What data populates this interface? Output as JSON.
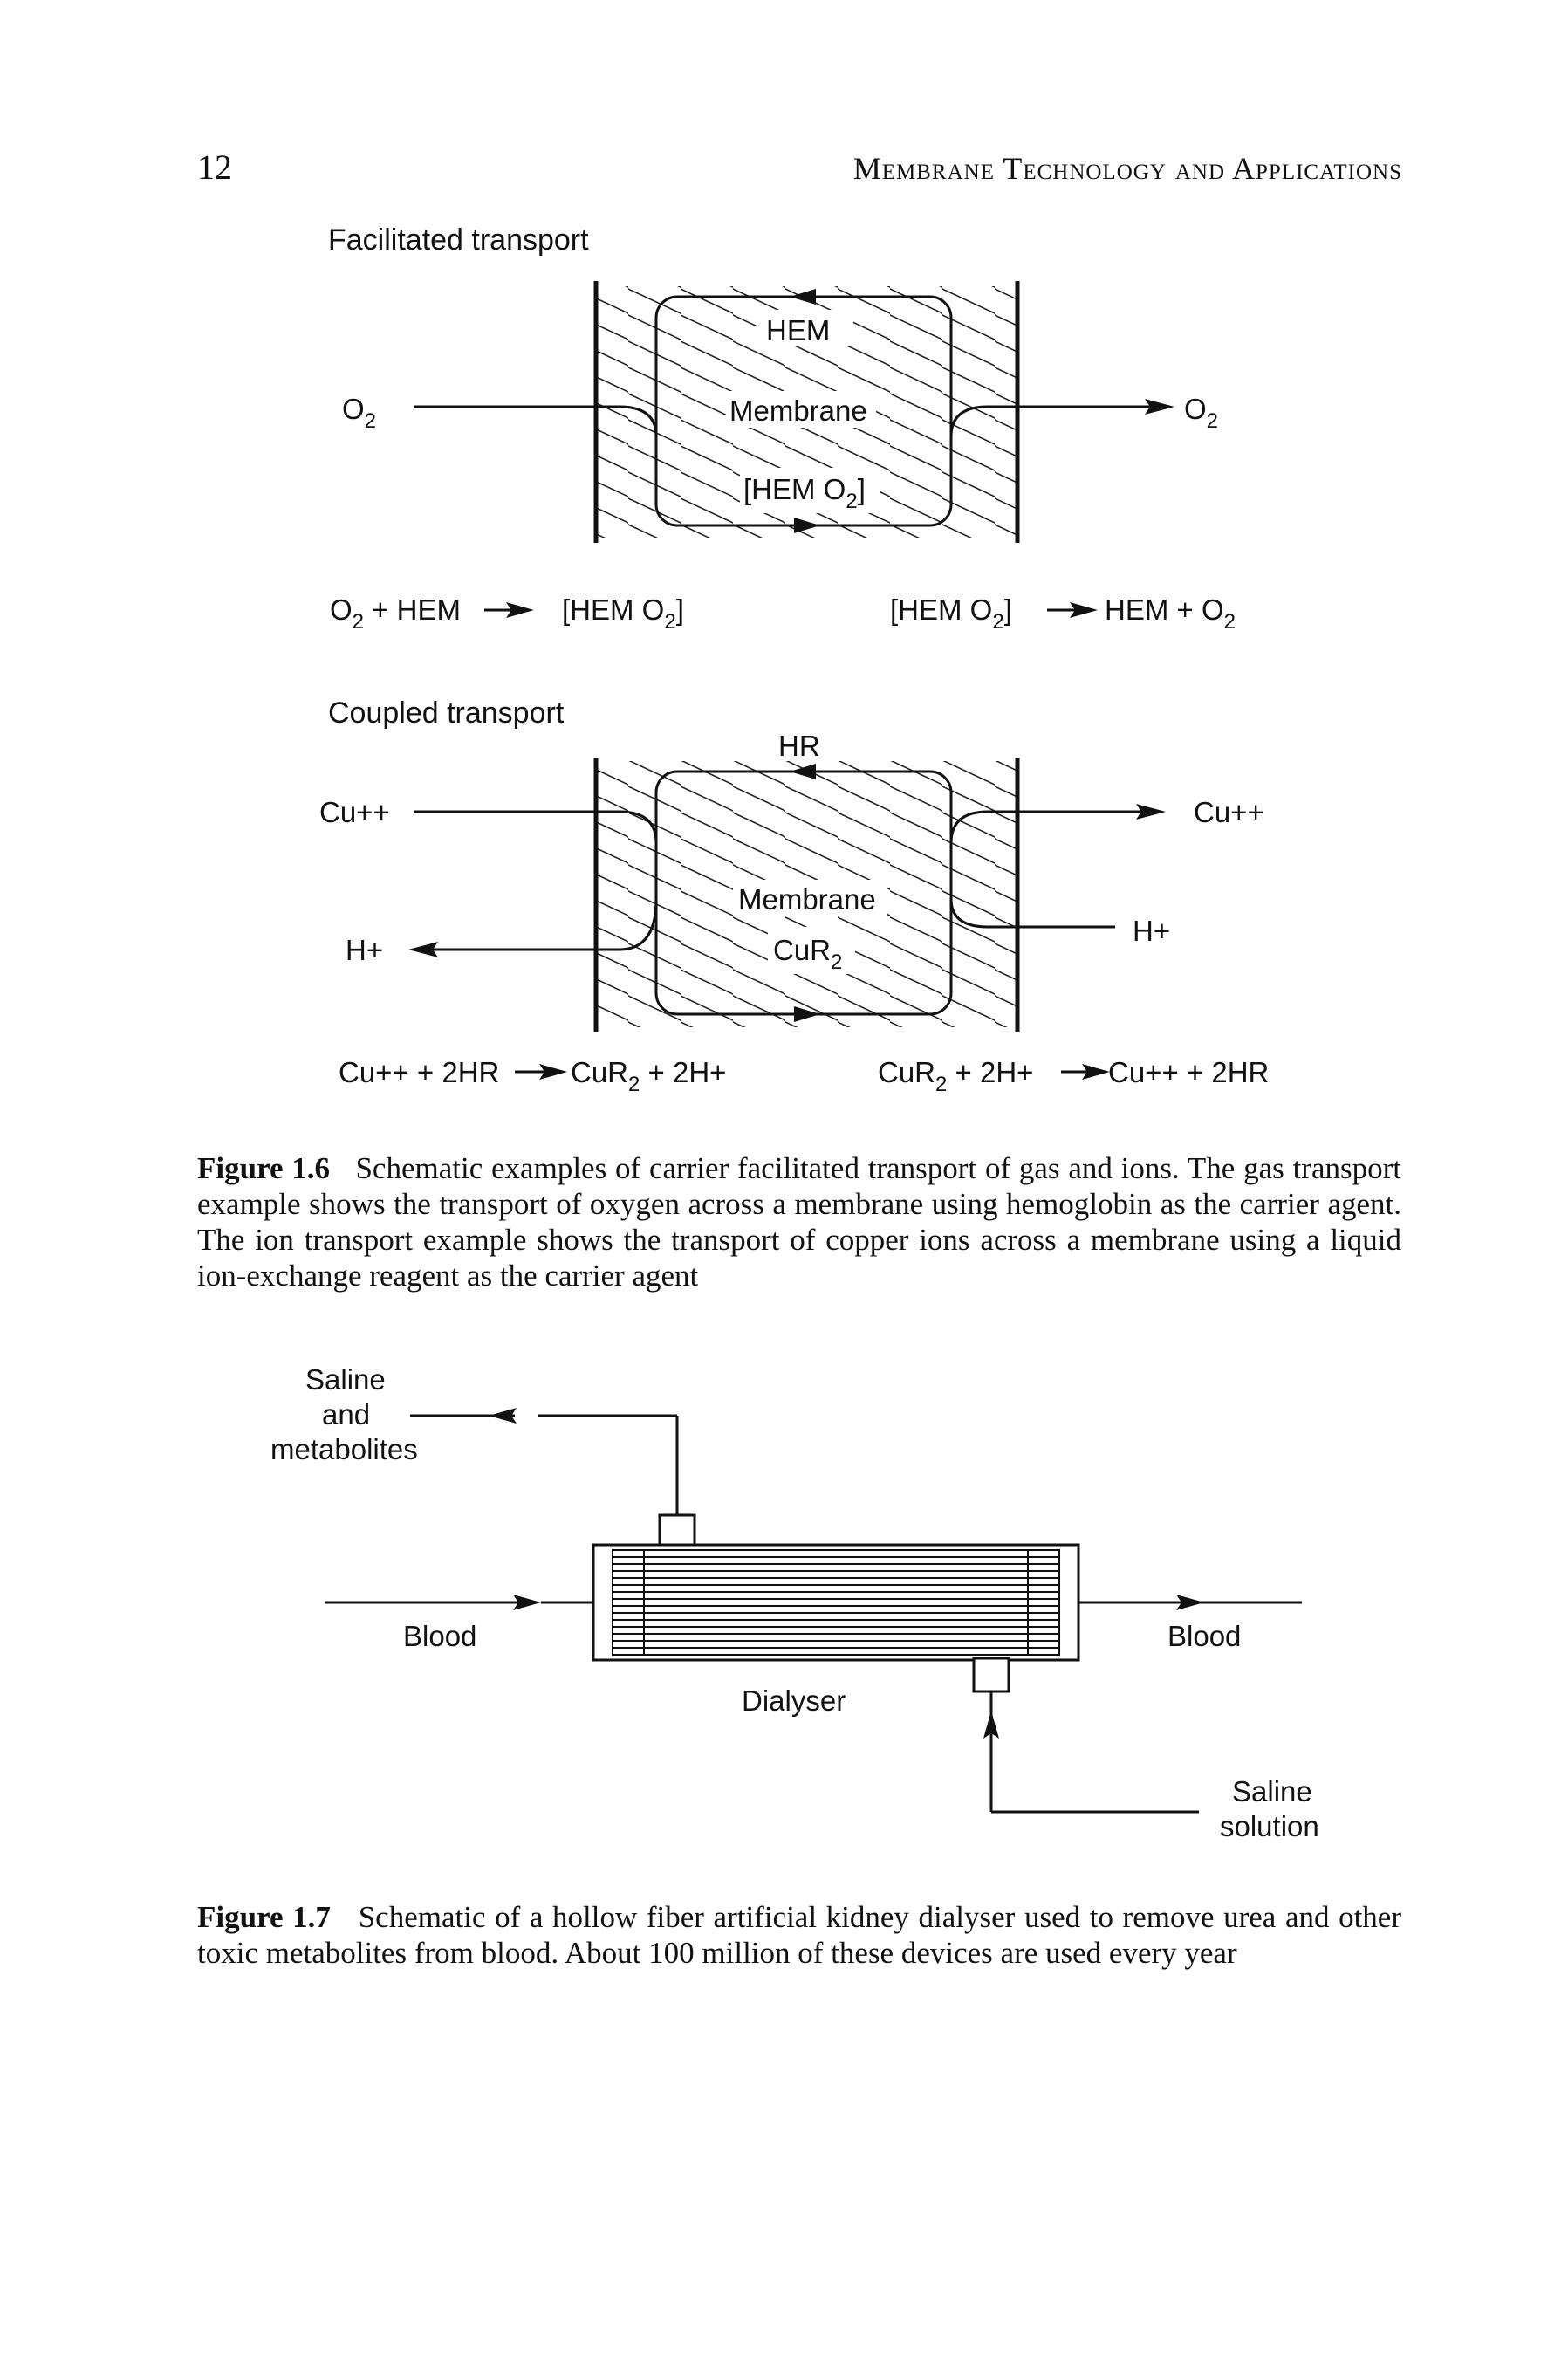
{
  "page": {
    "number": "12",
    "running_head": "Membrane Technology and Applications"
  },
  "figure_1_6": {
    "facilitated": {
      "title": "Facilitated transport",
      "left_species": "O",
      "right_species": "O",
      "hem": "HEM",
      "membrane": "Membrane",
      "complex": "[HEM O",
      "complex_close": "]",
      "sub": "2",
      "eq_left_a": "O",
      "eq_left_b": " + HEM",
      "eq_left_c": "[HEM O",
      "eq_left_d": "]",
      "eq_right_a": "[HEM O",
      "eq_right_b": "]",
      "eq_right_c": "HEM + O"
    },
    "coupled": {
      "title": "Coupled transport",
      "hr": "HR",
      "cu_left": "Cu++",
      "cu_right": "Cu++",
      "h_left": "H+",
      "h_right": "H+",
      "membrane": "Membrane",
      "cur": "CuR",
      "sub": "2",
      "eq_left_a": "Cu++ + 2HR",
      "eq_left_b": "CuR",
      "eq_left_c": " + 2H+",
      "eq_right_a": "CuR",
      "eq_right_b": " + 2H+",
      "eq_right_c": "Cu++ + 2HR"
    },
    "caption_label": "Figure 1.6",
    "caption_text": "Schematic examples of carrier facilitated transport of gas and ions. The gas transport example shows the transport of oxygen across a membrane using hemoglobin as the carrier agent. The ion transport example shows the transport of copper ions across a membrane using a liquid ion-exchange reagent as the carrier agent"
  },
  "figure_1_7": {
    "saline_out_1": "Saline",
    "saline_out_2": "and",
    "saline_out_3": "metabolites",
    "blood_in": "Blood",
    "blood_out": "Blood",
    "dialyser": "Dialyser",
    "saline_in_1": "Saline",
    "saline_in_2": "solution",
    "caption_label": "Figure 1.7",
    "caption_text": "Schematic of a hollow fiber artificial kidney dialyser used to remove urea and other toxic metabolites from blood. About 100 million of these devices are used every year"
  }
}
